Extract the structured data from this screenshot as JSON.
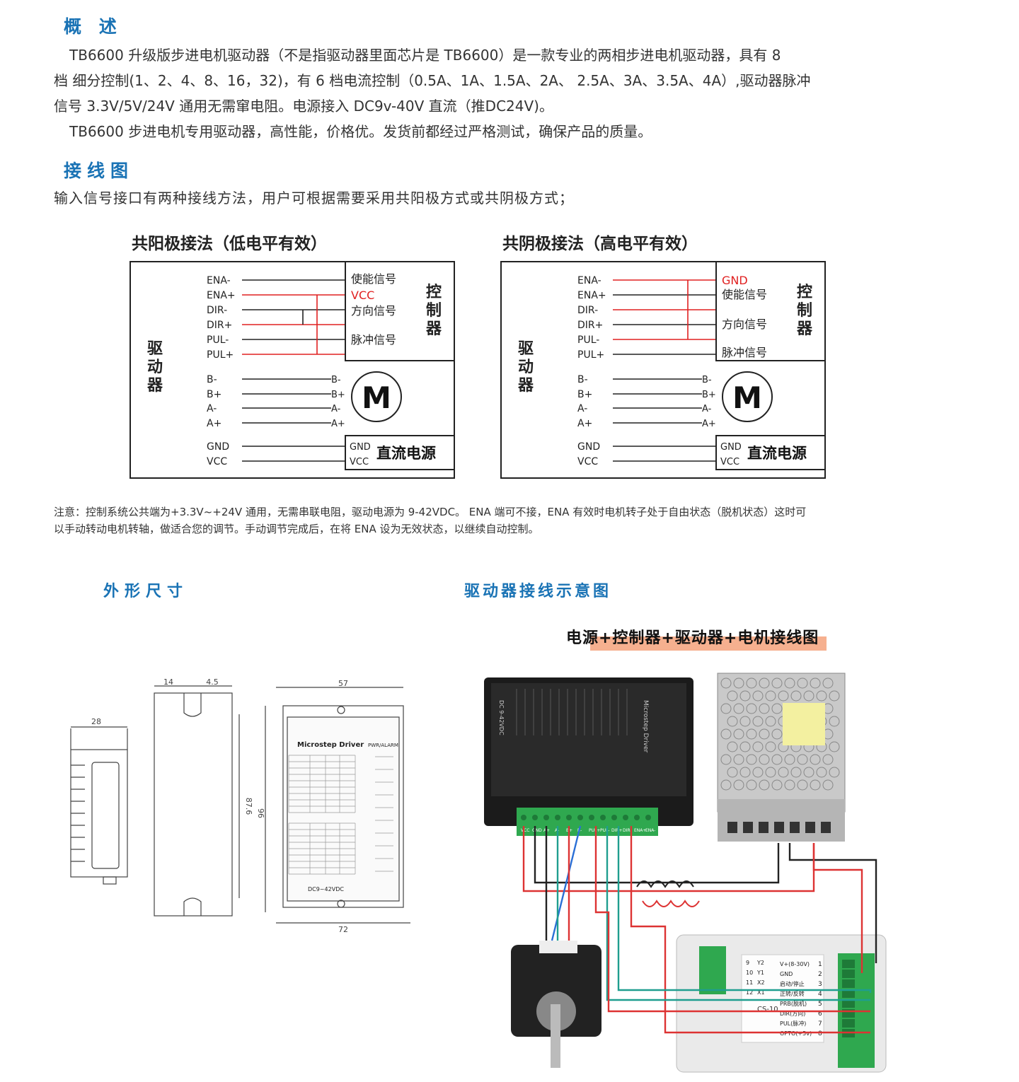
{
  "overview": {
    "heading": "概 述",
    "lines": [
      "TB6600 升级版步进电机驱动器（不是指驱动器里面芯片是 TB6600）是一款专业的两相步进电机驱动器，具有 8",
      "档 细分控制(1、2、4、8、16，32)，有 6 档电流控制（0.5A、1A、1.5A、2A、 2.5A、3A、3.5A、4A）,驱动器脉冲",
      "信号 3.3V/5V/24V 通用无需窜电阻。电源接入 DC9v-40V 直流（推DC24V)。",
      "TB6600 步进电机专用驱动器，高性能，价格优。发货前都经过严格测试，确保产品的质量。"
    ]
  },
  "wiring": {
    "heading": "接线图",
    "intro": "输入信号接口有两种接线方法，用户可根据需要采用共阳极方式或共阴极方式；",
    "left_title": "共阳极接法（低电平有效）",
    "right_title": "共阴极接法（高电平有效）",
    "driver_label": "驱动器",
    "controller_label": "控制器",
    "motor_label": "M",
    "power_label": "直流电源",
    "pins": [
      "ENA-",
      "ENA+",
      "DIR-",
      "DIR+",
      "PUL-",
      "PUL+",
      "B-",
      "B+",
      "A-",
      "A+",
      "GND",
      "VCC"
    ],
    "left_ctrl": [
      "使能信号",
      "VCC",
      "方向信号",
      "脉冲信号"
    ],
    "right_ctrl": [
      "GND",
      "使能信号",
      "方向信号",
      "脉冲信号"
    ],
    "motor_pins": [
      "B-",
      "B+",
      "A-",
      "A+"
    ],
    "power_pins": [
      "GND",
      "VCC"
    ],
    "red": "#e02020"
  },
  "note": {
    "line1": "注意：控制系统公共端为+3.3V~+24V 通用，无需串联电阻，驱动电源为 9-42VDC。 ENA 端可不接，ENA 有效时电机转子处于自由状态（脱机状态）这时可",
    "line2": "以手动转动电机转轴，做适合您的调节。手动调节完成后，在将 ENA 设为无效状态，以继续自动控制。"
  },
  "dimensions": {
    "heading": "外形尺寸",
    "d14": "14",
    "d45": "4.5",
    "d28": "28",
    "d57": "57",
    "d96": "96",
    "d72": "72",
    "d876": "87.6",
    "board_title": "Microstep Driver",
    "board_voltage": "DC9~42VDC",
    "board_side": "PWR/ALARM"
  },
  "photo": {
    "heading": "驱动器接线示意图",
    "title": "电源+控制器+驱动器+电机接线图",
    "driver_text": "Microstep Driver",
    "driver_model": "DC 9-42VDC",
    "terminal_labels": [
      "VCC",
      "GND",
      "A+",
      "A-",
      "B+",
      "B-",
      "PUL+",
      "PUL-",
      "DIR+",
      "DIR-",
      "ENA+",
      "ENA-"
    ],
    "controller_model": "CS-10",
    "controller_rows": [
      "V+(8-30V)",
      "GND",
      "启动/停止",
      "正转/反转",
      "PRB(脱机)",
      "DIR(方向)",
      "PUL(脉冲)",
      "OPTO(+5v)"
    ],
    "controller_nums": [
      "1",
      "2",
      "3",
      "4",
      "5",
      "6",
      "7",
      "8"
    ],
    "controller_left": [
      "9",
      "10",
      "11",
      "12"
    ],
    "controller_left_lbl": [
      "Y2",
      "Y1",
      "X2",
      "X1"
    ],
    "highlight": "#f6b08f",
    "heading_color": "#1a73b5"
  }
}
